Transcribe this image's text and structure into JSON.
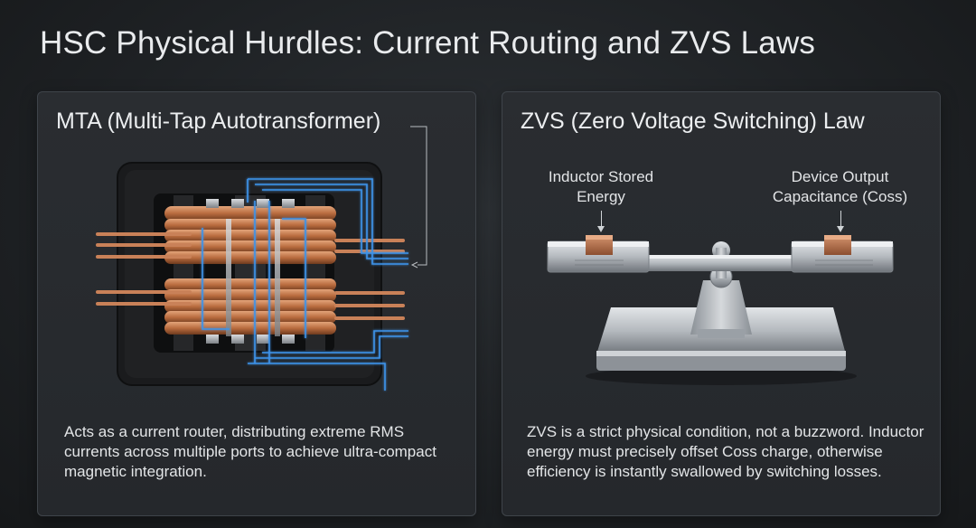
{
  "title": "HSC Physical Hurdles: Current Routing and ZVS Laws",
  "mta": {
    "title": "MTA (Multi-Tap Autotransformer)",
    "description": "Acts as a current router, distributing extreme RMS currents across multiple ports to achieve ultra-compact magnetic integration.",
    "colors": {
      "copper": "#c27a4c",
      "current_path": "#3b8fe6",
      "core": "#1c1d1f"
    }
  },
  "zvs": {
    "title": "ZVS (Zero Voltage Switching) Law",
    "label_left": "Inductor Stored Energy",
    "label_right": "Device Output Capacitance (Coss)",
    "description": "ZVS is a strict physical condition, not a buzzword. Inductor energy must precisely offset Coss charge, otherwise efficiency is instantly swallowed by switching losses.",
    "colors": {
      "metal": "#b8bdc2",
      "copper_block": "#b87350"
    }
  }
}
